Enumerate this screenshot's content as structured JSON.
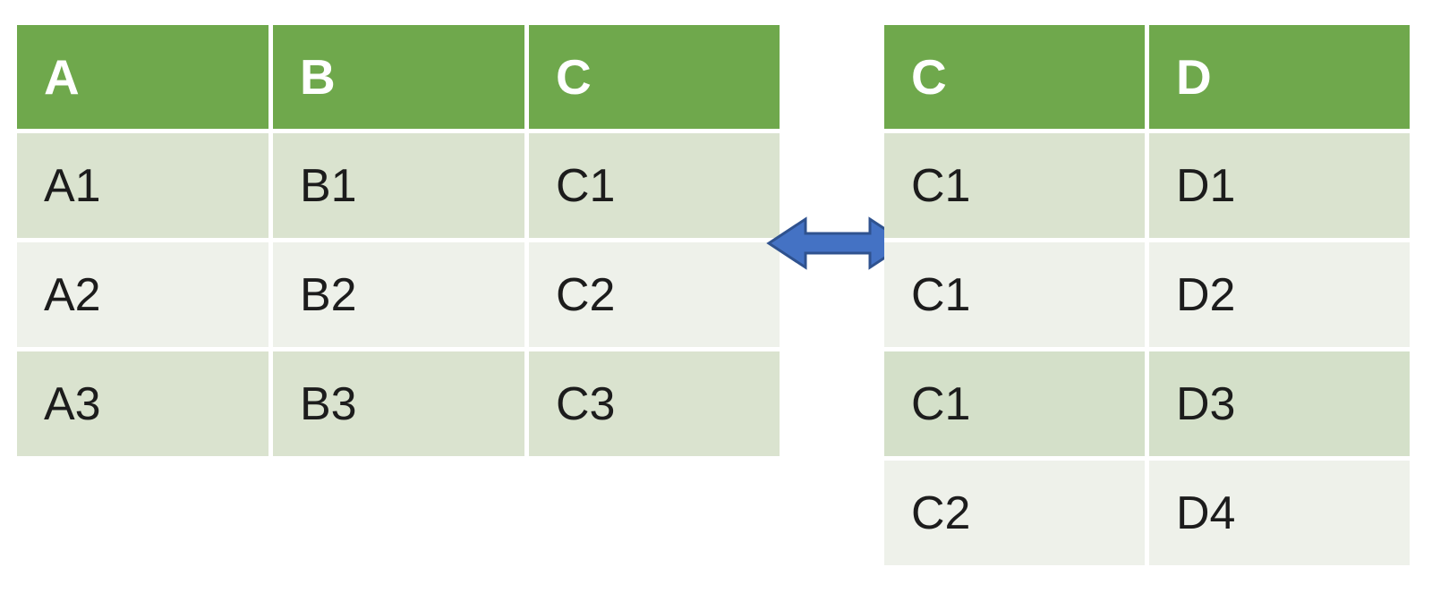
{
  "page": {
    "background": "#ffffff",
    "description": "Two database tables joined by a double-headed arrow"
  },
  "colors": {
    "header_green": "#6FA84C",
    "row_band_dark": "#DAE3CF",
    "row_band_light": "#EEF1EA",
    "row_band_dark_alt": "#D4E0C9",
    "arrow_fill": "#4472C4",
    "arrow_border": "#2F528F",
    "header_text": "#FFFFFF",
    "cell_text": "#1C1C1C"
  },
  "left_table": {
    "headers": [
      "A",
      "B",
      "C"
    ],
    "rows": [
      [
        "A1",
        "B1",
        "C1"
      ],
      [
        "A2",
        "B2",
        "C2"
      ],
      [
        "A3",
        "B3",
        "C3"
      ]
    ]
  },
  "right_table": {
    "headers": [
      "C",
      "D"
    ],
    "rows": [
      [
        "C1",
        "D1"
      ],
      [
        "C1",
        "D2"
      ],
      [
        "C1",
        "D3"
      ],
      [
        "C2",
        "D4"
      ]
    ]
  },
  "arrow": {
    "type": "left-right-arrow"
  }
}
